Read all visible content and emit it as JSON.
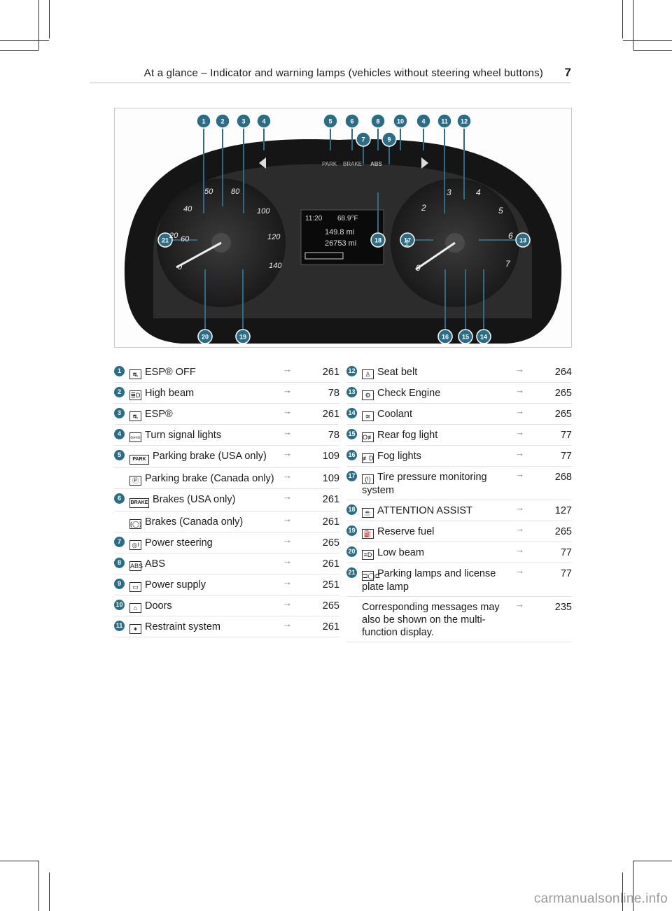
{
  "header": {
    "title": "At a glance – Indicator and warning lamps (vehicles without steering wheel buttons)",
    "page_number": "7"
  },
  "figure": {
    "callouts": [
      "1",
      "2",
      "3",
      "4",
      "5",
      "6",
      "7",
      "8",
      "9",
      "10",
      "4",
      "11",
      "12",
      "13",
      "14",
      "15",
      "16",
      "17",
      "18",
      "19",
      "20",
      "21"
    ],
    "display": {
      "time": "11:20",
      "temp": "68.9°F",
      "trip": "149.8 mi",
      "odo": "26753 mi"
    },
    "speed_labels": [
      "40",
      "50",
      "60",
      "80",
      "100",
      "120",
      "140",
      "20",
      "0"
    ],
    "rpm_labels": [
      "1",
      "2",
      "3",
      "4",
      "5",
      "6",
      "7",
      "0"
    ],
    "lamp_text": [
      "PARK",
      "BRAKE",
      "ABS"
    ]
  },
  "left_items": [
    {
      "num": "1",
      "icon": "esp-off-icon",
      "icon_glyph": "⛐",
      "label": "ESP® OFF",
      "page": "261"
    },
    {
      "num": "2",
      "icon": "high-beam-icon",
      "icon_glyph": "≣D",
      "label": "High beam",
      "page": "78"
    },
    {
      "num": "3",
      "icon": "esp-icon",
      "icon_glyph": "⛐",
      "label": "ESP®",
      "page": "261"
    },
    {
      "num": "4",
      "icon": "turn-signal-icon",
      "icon_glyph": "⇦⇨",
      "label": "Turn signal lights",
      "page": "78"
    },
    {
      "num": "5",
      "icon": "park-icon",
      "icon_glyph": "PARK",
      "label": "Parking brake (USA only)",
      "page": "109"
    },
    {
      "num": "",
      "icon": "parking-brake-canada-icon",
      "icon_glyph": "Ⓟ",
      "label": "Parking brake (Canada only)",
      "page": "109"
    },
    {
      "num": "6",
      "icon": "brake-icon",
      "icon_glyph": "BRAKE",
      "label": "Brakes (USA only)",
      "page": "261"
    },
    {
      "num": "",
      "icon": "brakes-canada-icon",
      "icon_glyph": "(◯)",
      "label": "Brakes (Canada only)",
      "page": "261"
    },
    {
      "num": "7",
      "icon": "power-steering-icon",
      "icon_glyph": "◎!",
      "label": "Power steering",
      "page": "265"
    },
    {
      "num": "8",
      "icon": "abs-icon",
      "icon_glyph": "ABS",
      "label": "ABS",
      "page": "261"
    },
    {
      "num": "9",
      "icon": "battery-icon",
      "icon_glyph": "▭",
      "label": "Power supply",
      "page": "251"
    },
    {
      "num": "10",
      "icon": "doors-icon",
      "icon_glyph": "⌂",
      "label": "Doors",
      "page": "265"
    },
    {
      "num": "11",
      "icon": "restraint-icon",
      "icon_glyph": "✶",
      "label": "Restraint system",
      "page": "261"
    }
  ],
  "right_items": [
    {
      "num": "12",
      "icon": "seat-belt-icon",
      "icon_glyph": "♙",
      "label": "Seat belt",
      "page": "264"
    },
    {
      "num": "13",
      "icon": "check-engine-icon",
      "icon_glyph": "⚙",
      "label": "Check Engine",
      "page": "265"
    },
    {
      "num": "14",
      "icon": "coolant-icon",
      "icon_glyph": "≋",
      "label": "Coolant",
      "page": "265"
    },
    {
      "num": "15",
      "icon": "rear-fog-icon",
      "icon_glyph": "O≢",
      "label": "Rear fog light",
      "page": "77"
    },
    {
      "num": "16",
      "icon": "fog-lights-icon",
      "icon_glyph": "≢D",
      "label": "Fog lights",
      "page": "77"
    },
    {
      "num": "17",
      "icon": "tire-pressure-icon",
      "icon_glyph": "(!)",
      "label": "Tire pressure monitoring system",
      "page": "268"
    },
    {
      "num": "18",
      "icon": "attention-assist-icon",
      "icon_glyph": "☕",
      "label": "ATTENTION ASSIST",
      "page": "127"
    },
    {
      "num": "19",
      "icon": "reserve-fuel-icon",
      "icon_glyph": "⛽",
      "label": "Reserve fuel",
      "page": "265"
    },
    {
      "num": "20",
      "icon": "low-beam-icon",
      "icon_glyph": "≡D",
      "label": "Low beam",
      "page": "77"
    },
    {
      "num": "21",
      "icon": "parking-lamps-icon",
      "icon_glyph": "⊐◯⊏",
      "label": "Parking lamps and license plate lamp",
      "page": "77"
    },
    {
      "num": "",
      "icon": "",
      "icon_glyph": "",
      "label": "Corresponding messages may also be shown on the multi-function display.",
      "page": "235"
    }
  ],
  "arrow_glyph": "→",
  "watermark": "carmanualsonline.info"
}
